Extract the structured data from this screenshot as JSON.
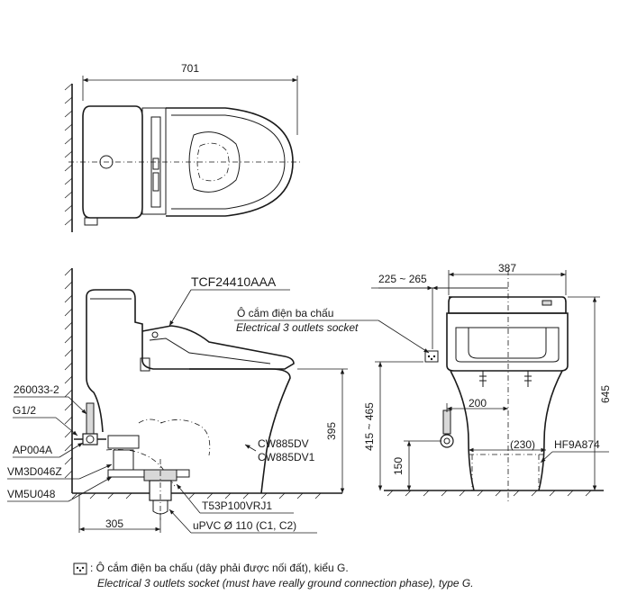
{
  "top_view": {
    "width_dim": "701"
  },
  "side_view": {
    "seat_model": "TCF24410AAA",
    "height_dim": "395",
    "depth_dim": "305",
    "parts": {
      "p1": "260033-2",
      "p2": "G1/2",
      "p3": "AP004A",
      "p4": "VM3D046Z",
      "p5": "VM5U048",
      "body1": "CW885DV",
      "body2": "CW885DV1",
      "flange": "T53P100VRJ1",
      "pipe": "uPVC Ø 110 (C1, C2)"
    },
    "socket_vi": "Ô cắm điện ba chấu",
    "socket_en": "Electrical 3 outlets socket"
  },
  "front_view": {
    "width_dim": "387",
    "offset_dim": "225 ~ 265",
    "height_dim": "645",
    "socket_height_dim": "415 ~ 465",
    "supply_dim": "200",
    "supply_height_dim": "150",
    "outlet_dim": "(230)",
    "hinge_part": "HF9A874"
  },
  "footnote": {
    "line_vi": ": Ô cắm điện ba chấu (dây phải được nối đất), kiểu G.",
    "line_en": "Electrical 3 outlets socket (must have really ground connection phase), type G."
  }
}
